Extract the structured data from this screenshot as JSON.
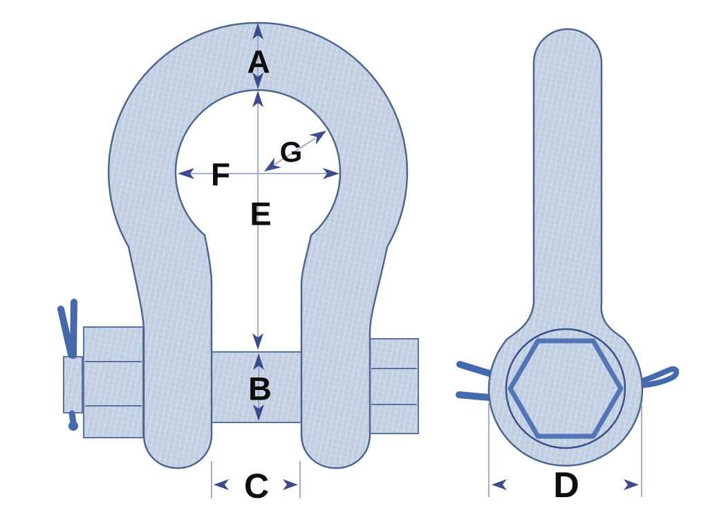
{
  "diagram": {
    "type": "technical-dimension-diagram",
    "subject": "bolt-type bow shackle, front view and side view",
    "views": [
      {
        "name": "front-view",
        "dimension_labels": [
          "A",
          "B",
          "C",
          "E",
          "F",
          "G"
        ]
      },
      {
        "name": "side-view",
        "dimension_labels": [
          "D"
        ]
      }
    ]
  },
  "labels": {
    "A": "A",
    "B": "B",
    "C": "C",
    "D": "D",
    "E": "E",
    "F": "F",
    "G": "G"
  },
  "colors": {
    "background": "#ffffff",
    "body_fill": "#c3d1e3",
    "body_hatch_dark": "#aebfd6",
    "body_hatch_light": "#dae4f1",
    "outline": "#4e668f",
    "secondary_outline": "#5a72a0",
    "dimension_line": "#97a5c6",
    "arrow": "#3c4b8e",
    "cotter_pin": "#4469ac",
    "hex_nut_stroke": "#4a6cb4",
    "washer_stroke": "#3b4f88",
    "label_text": "#0d0d0d"
  }
}
